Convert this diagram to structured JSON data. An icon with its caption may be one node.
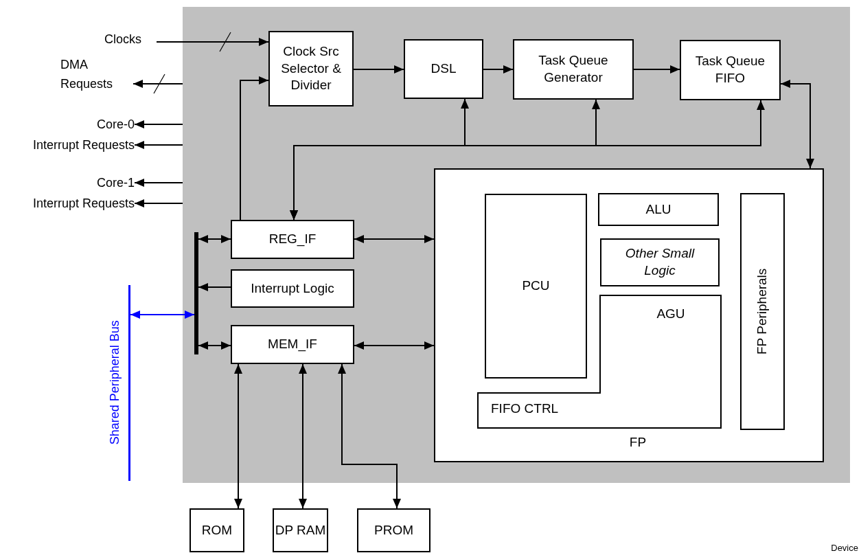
{
  "diagram": {
    "nodes": [
      {
        "text": [],
        "shape": "box"
      },
      {
        "text": [
          "Clocks"
        ]
      },
      {
        "text": [
          "DMA Requests"
        ]
      },
      {
        "text": [
          "Core-0"
        ]
      },
      {
        "text": [
          "Interrupt Requests"
        ]
      },
      {
        "text": [
          "Core-1"
        ]
      },
      {
        "text": [
          "Interrupt Requests"
        ]
      },
      {
        "text": [
          "Clock Src Selector & Divider"
        ],
        "in": 0
      },
      {
        "text": [
          "DSL"
        ],
        "in": 0
      },
      {
        "text": [
          "Task Queue Generator"
        ],
        "in": 0
      },
      {
        "text": [
          "Task Queue FIFO"
        ],
        "in": 0
      },
      {
        "text": [
          "REG_IF"
        ],
        "in": 0
      },
      {
        "text": [
          "Interrupt Logic"
        ],
        "in": 0
      },
      {
        "text": [
          "MEM_IF"
        ],
        "in": 0
      },
      {
        "text": [
          "FP"
        ],
        "in": 0
      },
      {
        "text": [
          "PCU"
        ],
        "in": 14
      },
      {
        "text": [
          "ALU"
        ],
        "in": 14
      },
      {
        "text": [
          "Other Small Logic"
        ],
        "in": 14
      },
      {
        "text": [
          "AGU",
          "FIFO CTRL"
        ],
        "in": 14
      },
      {
        "text": [
          "FP Peripherals"
        ],
        "in": 14
      },
      {
        "text": [],
        "shape": "bar",
        "in": 0
      },
      {
        "text": [
          "Shared Peripheral Bus"
        ]
      },
      {
        "text": [
          "ROM"
        ]
      },
      {
        "text": [
          "DP RAM"
        ]
      },
      {
        "text": [
          "PROM"
        ]
      }
    ],
    "edges": [
      {
        "from": 1,
        "to": 7,
        "arrow": "to"
      },
      {
        "from": 0,
        "to": 2,
        "arrow": "to"
      },
      {
        "from": 0,
        "to": 3,
        "arrow": "to"
      },
      {
        "from": 0,
        "to": 4,
        "arrow": "to"
      },
      {
        "from": 0,
        "to": 5,
        "arrow": "to"
      },
      {
        "from": 0,
        "to": 6,
        "arrow": "to"
      },
      {
        "from": 11,
        "to": 7,
        "arrow": "to"
      },
      {
        "from": 7,
        "to": 8,
        "arrow": "to"
      },
      {
        "from": 8,
        "to": 9,
        "arrow": "to"
      },
      {
        "from": 9,
        "to": 10,
        "arrow": "to"
      },
      {
        "from": 10,
        "to": 14,
        "arrow": "both"
      },
      {
        "from": 11,
        "to": 8,
        "arrow": "both"
      },
      {
        "from": 11,
        "to": 9,
        "arrow": "both"
      },
      {
        "from": 11,
        "to": 10,
        "arrow": "both"
      },
      {
        "from": 20,
        "to": 11,
        "arrow": "both"
      },
      {
        "from": 12,
        "to": 20,
        "arrow": "to"
      },
      {
        "from": 20,
        "to": 13,
        "arrow": "both"
      },
      {
        "from": 11,
        "to": 14,
        "arrow": "both"
      },
      {
        "from": 13,
        "to": 14,
        "arrow": "both"
      },
      {
        "from": 21,
        "to": 20,
        "arrow": "both",
        "color": "#0000ff"
      },
      {
        "from": 13,
        "to": 22,
        "arrow": "both"
      },
      {
        "from": 13,
        "to": 23,
        "arrow": "both"
      },
      {
        "from": 13,
        "to": 24,
        "arrow": "both"
      }
    ],
    "labels": [
      "Device"
    ]
  }
}
